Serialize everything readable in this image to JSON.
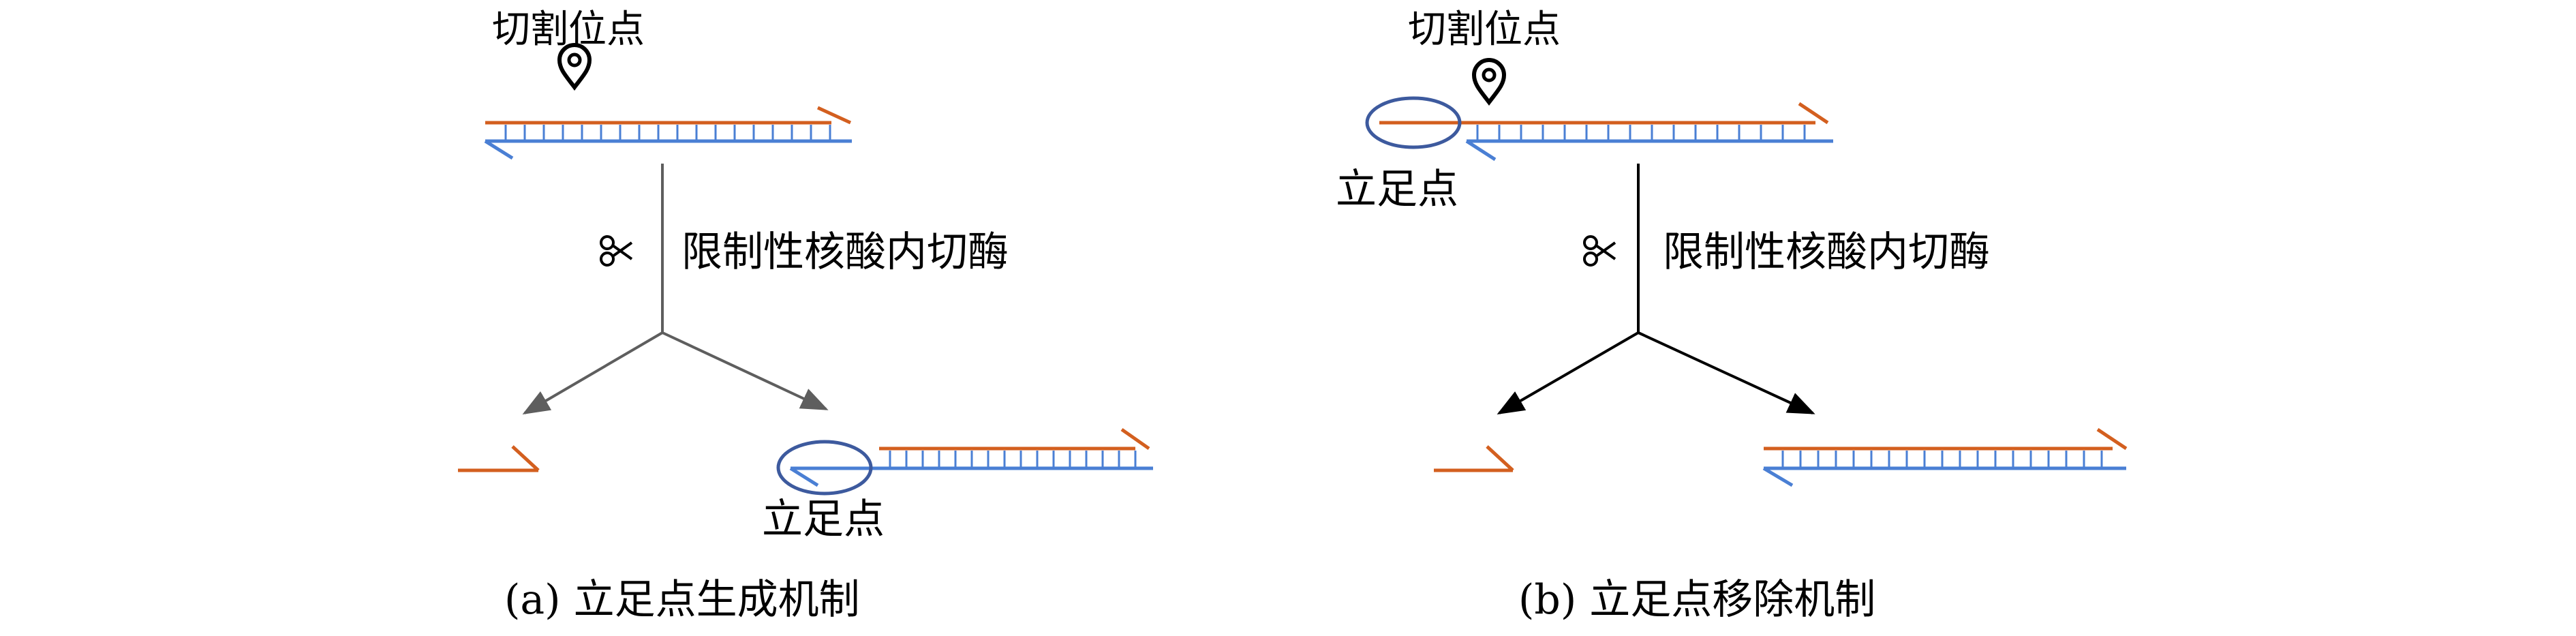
{
  "panels": [
    {
      "id": "a",
      "cut_site_label": "切割位点",
      "enzyme_label": "限制性核酸内切酶",
      "toehold_label": "立足点",
      "caption": "(a) 立足点生成机制"
    },
    {
      "id": "b",
      "cut_site_label": "切割位点",
      "enzyme_label": "限制性核酸内切酶",
      "toehold_label": "立足点",
      "caption": "(b) 立足点移除机制"
    }
  ],
  "colors": {
    "top_strand": "#d35f1f",
    "bottom_strand": "#4a7fd4",
    "toehold_circle": "#3d5a9e",
    "arrow_a": "#5e5e5e",
    "arrow_b": "#000000"
  },
  "icons": {
    "cut_site": "map-pin-icon",
    "enzyme": "scissors-icon"
  }
}
